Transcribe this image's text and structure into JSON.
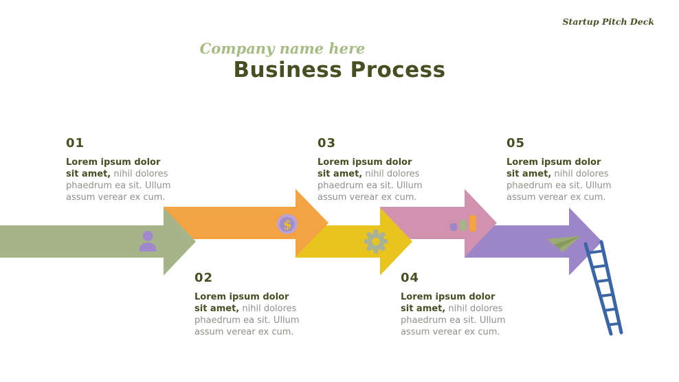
{
  "header": {
    "corner_label": "Startup Pitch Deck",
    "company": "Company name here",
    "title": "Business Process"
  },
  "steps": [
    {
      "number": "01",
      "lead": "Lorem ipsum dolor sit amet,",
      "body": "nihil dolores phaedrum ea sit. Ullum assum verear ex cum."
    },
    {
      "number": "02",
      "lead": "Lorem ipsum dolor sit amet,",
      "body": "nihil dolores phaedrum ea sit. Ullum assum verear ex cum."
    },
    {
      "number": "03",
      "lead": "Lorem ipsum dolor sit amet,",
      "body": "nihil dolores phaedrum ea sit. Ullum assum verear ex cum."
    },
    {
      "number": "04",
      "lead": "Lorem ipsum dolor sit amet,",
      "body": "nihil dolores phaedrum ea sit. Ullum assum verear ex cum."
    },
    {
      "number": "05",
      "lead": "Lorem ipsum dolor sit amet,",
      "body": "nihil dolores phaedrum ea sit. Ullum assum verear ex cum."
    }
  ],
  "coin_symbol": "$",
  "icons": [
    "user-icon",
    "dollar-coin-icon",
    "gear-icon",
    "bar-chart-icon",
    "paper-plane-icon",
    "ladder-icon"
  ],
  "colors": {
    "slide_bg": "#ffffff",
    "title_text": "#474e22",
    "script_green": "#a7bc85",
    "corner_text": "#4a5026",
    "number_text": "#474e22",
    "lead_text": "#474e22",
    "body_text": "#8f9089",
    "arrow_green": "#a5b489",
    "arrow_orange": "#f4a342",
    "arrow_yellow": "#e9c41f",
    "arrow_pink": "#d092ae",
    "arrow_purple": "#9c86c8",
    "icon_person": "#a088cc",
    "coin_outer": "#b7a3d8",
    "coin_inner": "#a18cc9",
    "coin_dollar": "#e9c41f",
    "gear_gray": "#a9b295",
    "bar_purple": "#9c86c8",
    "bar_green": "#a5b489",
    "bar_orange": "#f4a342",
    "plane_green": "#9cab73",
    "plane_green_dark": "#879a5e",
    "ladder_blue": "#3a65a6"
  }
}
